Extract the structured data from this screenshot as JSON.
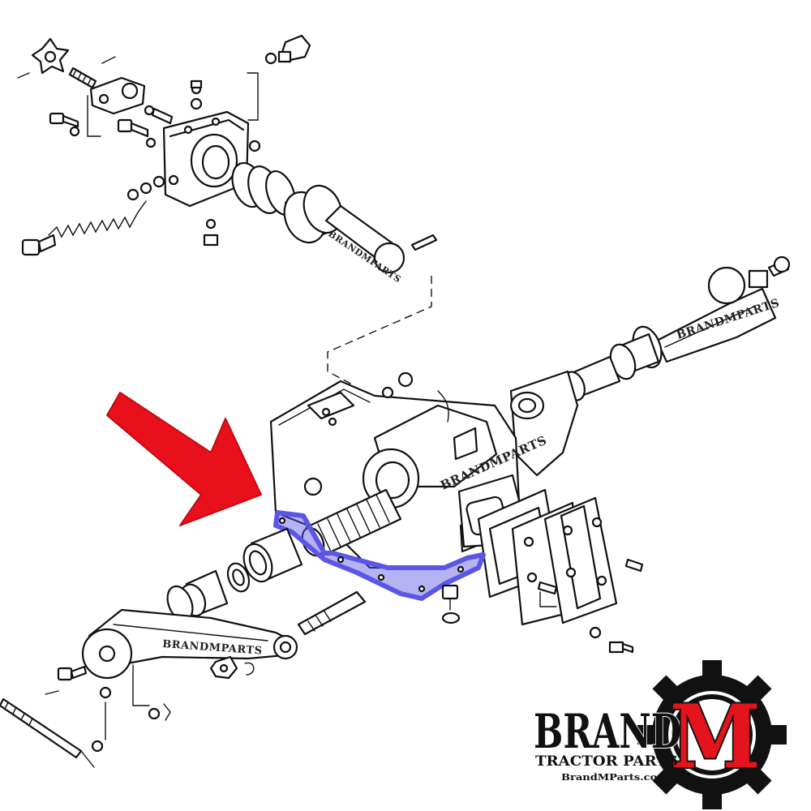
{
  "part_stamps": [
    "BRANDMPARTS",
    "BRANDMPARTS",
    "BRANDMPARTS",
    "BRANDMPARTS"
  ],
  "logo": {
    "brand": "BRAND",
    "letter": "M",
    "tagline": "TRACTOR PARTS",
    "url": "BrandMParts.com"
  },
  "colors": {
    "arrow": "#e8101a",
    "highlight": "#5b57e6",
    "ink": "#111111",
    "logo_red": "#e3141c",
    "gear": "#111111"
  },
  "icons": [
    "red-arrow-icon",
    "gear-icon"
  ]
}
